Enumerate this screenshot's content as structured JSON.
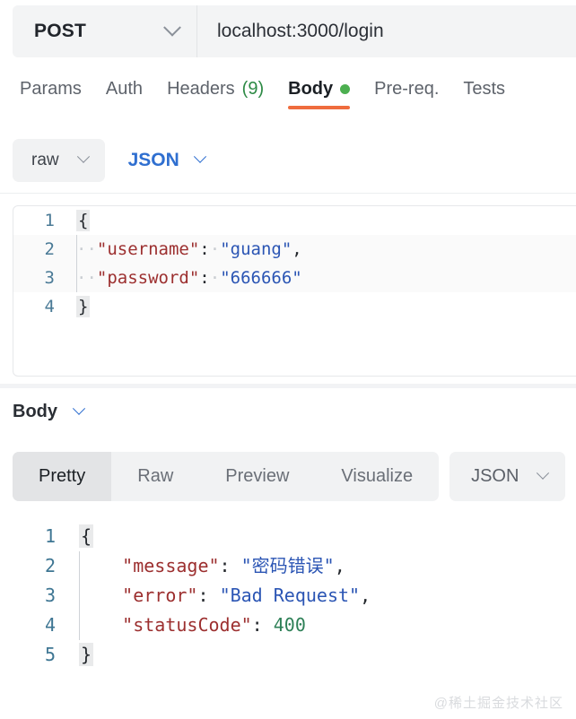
{
  "request_bar": {
    "method": "POST",
    "method_chevron_icon": "chevron-down-icon",
    "url": "localhost:3000/login"
  },
  "request_tabs": [
    {
      "label": "Params",
      "active": false
    },
    {
      "label": "Auth",
      "active": false
    },
    {
      "label": "Headers",
      "count": "(9)",
      "active": false
    },
    {
      "label": "Body",
      "active": true,
      "indicator": "green-dot"
    },
    {
      "label": "Pre-req.",
      "active": false
    },
    {
      "label": "Tests",
      "active": false
    }
  ],
  "request_body_toolbar": {
    "body_type": "raw",
    "body_type_chevron_icon": "chevron-down-icon",
    "format": "JSON",
    "format_chevron_icon": "chevron-down-icon"
  },
  "request_editor": {
    "line_numbers": [
      "1",
      "2",
      "3",
      "4"
    ],
    "lines": [
      {
        "n": "1",
        "tokens": [
          {
            "t": "brace",
            "v": "{"
          }
        ]
      },
      {
        "n": "2",
        "tokens": [
          {
            "t": "ws",
            "v": "··"
          },
          {
            "t": "key",
            "v": "\"username\""
          },
          {
            "t": "punc",
            "v": ":"
          },
          {
            "t": "ws",
            "v": "·"
          },
          {
            "t": "str",
            "v": "\"guang\""
          },
          {
            "t": "punc",
            "v": ","
          }
        ]
      },
      {
        "n": "3",
        "tokens": [
          {
            "t": "ws",
            "v": "··"
          },
          {
            "t": "key",
            "v": "\"password\""
          },
          {
            "t": "punc",
            "v": ":"
          },
          {
            "t": "ws",
            "v": "·"
          },
          {
            "t": "str",
            "v": "\"666666\""
          }
        ]
      },
      {
        "n": "4",
        "tokens": [
          {
            "t": "brace",
            "v": "}"
          }
        ]
      }
    ]
  },
  "response": {
    "header_label": "Body",
    "header_chevron_icon": "chevron-down-icon",
    "view_tabs": [
      {
        "label": "Pretty",
        "active": true
      },
      {
        "label": "Raw",
        "active": false
      },
      {
        "label": "Preview",
        "active": false
      },
      {
        "label": "Visualize",
        "active": false
      }
    ],
    "format": "JSON",
    "format_chevron_icon": "chevron-down-icon",
    "editor": {
      "lines": [
        {
          "n": "1",
          "tokens": [
            {
              "t": "brace",
              "v": "{"
            }
          ]
        },
        {
          "n": "2",
          "tokens": [
            {
              "t": "plain",
              "v": "    "
            },
            {
              "t": "key",
              "v": "\"message\""
            },
            {
              "t": "punc",
              "v": ": "
            },
            {
              "t": "str",
              "v": "\"密码错误\""
            },
            {
              "t": "punc",
              "v": ","
            }
          ]
        },
        {
          "n": "3",
          "tokens": [
            {
              "t": "plain",
              "v": "    "
            },
            {
              "t": "key",
              "v": "\"error\""
            },
            {
              "t": "punc",
              "v": ": "
            },
            {
              "t": "str",
              "v": "\"Bad Request\""
            },
            {
              "t": "punc",
              "v": ","
            }
          ]
        },
        {
          "n": "4",
          "tokens": [
            {
              "t": "plain",
              "v": "    "
            },
            {
              "t": "key",
              "v": "\"statusCode\""
            },
            {
              "t": "punc",
              "v": ": "
            },
            {
              "t": "num",
              "v": "400"
            }
          ]
        },
        {
          "n": "5",
          "tokens": [
            {
              "t": "brace",
              "v": "}"
            }
          ]
        }
      ]
    }
  },
  "watermark": "@稀土掘金技术社区",
  "colors": {
    "accent_orange": "#ef6c3e",
    "status_green": "#4caf50",
    "count_green": "#2d8a45",
    "link_blue": "#2f6fd0",
    "json_key": "#9c2f2f",
    "json_string": "#2b55b4",
    "json_number": "#2e8057",
    "line_number": "#4a7a96"
  }
}
